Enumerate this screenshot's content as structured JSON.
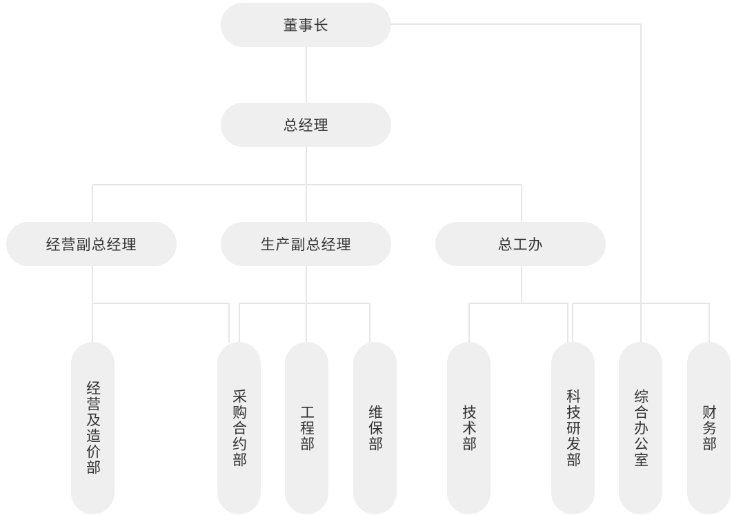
{
  "colors": {
    "node_fill": "#efefef",
    "connector": "#e6e6e6",
    "text": "#333333"
  },
  "org": {
    "chairman": "董事长",
    "general_manager": "总经理",
    "vp_operations": "经营副总经理",
    "vp_production": "生产副总经理",
    "general_office": "总工办",
    "departments": {
      "operations_costing": "经营及造价部",
      "procurement_contracts": "采购合约部",
      "engineering": "工程部",
      "maintenance": "维保部",
      "technology": "技术部",
      "rnd": "科技研发部",
      "admin_office": "综合办公室",
      "finance": "财务部"
    }
  }
}
